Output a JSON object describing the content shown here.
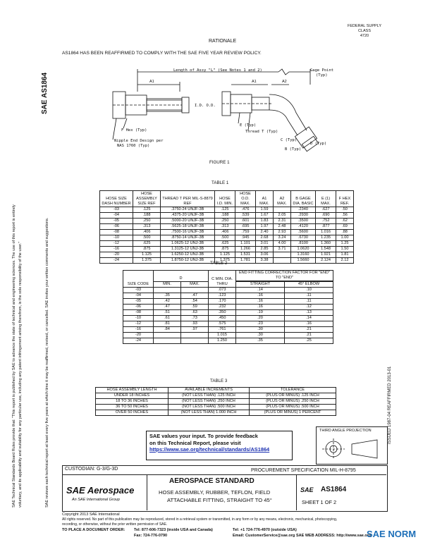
{
  "header": {
    "top_right_line1": "FEDERAL SUPPLY CLASS",
    "top_right_line2": "4720",
    "rationale_title": "RATIONALE",
    "rationale_text": "AS1864 HAS BEEN REAFFIRMED TO COMPLY WITH THE SAE FIVE YEAR REVIEW POLICY."
  },
  "side": {
    "logo_text": "SAE AS1864",
    "notice_line1": "SAE Technical Standards Board Rules provide that: \"This report is published by SAE to advance the state of technical and engineering sciences. The use of this report is entirely",
    "notice_line2": "voluntary, and its applicability and suitability for any particular use, including any patent infringement arising therefrom, is the sole responsibility of the user.\"",
    "notice_line3": "SAE reviews each technical report at least every five years at which time it may be reaffirmed, revised, or cancelled. SAE invites your written comments and suggestions.",
    "right_margin": "ISSUED 1987-04   REAFFIRMED 2013-01"
  },
  "figure": {
    "length_label": "Length of Assy \"L\" (See Notes 1 and 2)",
    "gage_point": "Gage Point",
    "typ": "(Typ)",
    "a1": "A1",
    "a2": "A2",
    "id_od": "I.D.  O.D.",
    "hex": "F Hex (Typ)",
    "nipple": "Nipple End Design per",
    "nas": "NAS 1760 (Typ)",
    "e_typ": "E (Typ)",
    "thread": "Thread T (Typ)",
    "c_typ": "C (Typ)",
    "b_typ": "B (Typ)",
    "d_typ": "D (Typ)",
    "caption": "FIGURE 1"
  },
  "table1": {
    "title": "TABLE 1",
    "headers": [
      "HOSE SIZE DASH NUMBER",
      "HOSE ASSEMBLY SIZE REF",
      "THREAD T PER MIL-S-8879 REF",
      "HOSE I.D. MIN.",
      "HOSE O.D. MAX.",
      "A1 MAX.",
      "A2 MAX.",
      "B GAGE DIA. BASIC",
      "E (1) MAX.",
      "F HEX REF."
    ],
    "rows": [
      [
        "-03",
        ".125",
        ".3750-24 UNJF-3B",
        ".125",
        ".476",
        "1.59",
        "",
        ".2340",
        ".627",
        ".50"
      ],
      [
        "-04",
        ".188",
        ".4375-20 UNJF-3B",
        ".188",
        ".539",
        "1.67",
        "2.05",
        ".2930",
        ".690",
        ".56"
      ],
      [
        "-05",
        ".250",
        ".5000-20 UNJF-3B",
        ".250",
        ".601",
        "1.83",
        "2.31",
        ".3500",
        ".752",
        ".62"
      ],
      [
        "-06",
        ".313",
        ".5625-18 UNJF-3B",
        ".313",
        ".695",
        "1.97",
        "2.48",
        ".4120",
        ".877",
        ".69"
      ],
      [
        "-08",
        ".406",
        ".7500-16 UNJF-3B",
        ".406",
        ".759",
        "2.40",
        "2.93",
        ".5600",
        "1.016",
        ".88"
      ],
      [
        "-10",
        ".500",
        ".8750-14 UNJF-3B",
        ".500",
        ".945",
        "2.68",
        "3.24",
        ".6730",
        "1.235",
        "1.00"
      ],
      [
        "-12",
        ".625",
        "1.0625-12 UNJ-3B",
        ".625",
        "1.101",
        "3.01",
        "4.00",
        ".8100",
        "1.360",
        "1.25"
      ],
      [
        "-16",
        ".875",
        "1.3125-12 UNJ-3B",
        ".875",
        "1.266",
        "2.85",
        "3.71",
        "1.0620",
        "1.548",
        "1.50"
      ],
      [
        "-20",
        "1.125",
        "1.6250-12 UNJ-3B",
        "1.125",
        "1.531",
        "3.06",
        "",
        "1.3160",
        "1.921",
        "1.81"
      ],
      [
        "-24",
        "1.375",
        "1.8750-12 UNJ-3B",
        "1.375",
        "1.781",
        "3.38",
        "",
        "1.5660",
        "2.124",
        "2.12"
      ]
    ]
  },
  "table2": {
    "title": "TABLE 2",
    "h_size": "SIZE CODE",
    "h_d": "D",
    "h_min": "MIN.",
    "h_max": "MAX.",
    "h_c": "C MIN. DIA. THRU",
    "h_corr": "END FITTING CORRECTION FACTOR FOR \"END\" TO \"END\"",
    "h_straight": "STRAIGHT",
    "h_elbow": "45° ELBOW",
    "rows": [
      [
        "-03",
        "",
        "",
        ".073",
        ".14",
        ".10"
      ],
      [
        "-04",
        ".35",
        ".47",
        ".123",
        ".16",
        ".11"
      ],
      [
        "-05",
        ".42",
        ".54",
        ".170",
        ".16",
        ".11"
      ],
      [
        "-06",
        ".47",
        ".59",
        ".232",
        ".16",
        ".12"
      ],
      [
        "-08",
        ".51",
        ".63",
        ".350",
        ".19",
        ".13"
      ],
      [
        "-10",
        ".61",
        ".73",
        ".450",
        ".20",
        ".14"
      ],
      [
        "-12",
        ".81",
        ".93",
        ".575",
        ".23",
        ".16"
      ],
      [
        "-16",
        ".84",
        ".97",
        ".761",
        ".30",
        ".21"
      ],
      [
        "-20",
        "",
        "",
        "1.015",
        ".30",
        ".21"
      ],
      [
        "-24",
        "",
        "",
        "1.250",
        ".35",
        ".25"
      ]
    ]
  },
  "table3": {
    "title": "TABLE 3",
    "headers": [
      "HOSE ASSEMBLY LENGTH",
      "AVAILABLE INCREMENTS",
      "TOLERANCE"
    ],
    "rows": [
      [
        "UNDER 18 INCHES",
        "(NOT LESS THAN)  .125 INCH",
        "(PLUS OR MINUS) .125 INCH"
      ],
      [
        "18 TO 36 INCHES",
        "(NOT LESS THAN)  .250 INCH",
        "(PLUS OR MINUS) .250 INCH"
      ],
      [
        "36 TO 50 INCHES",
        "(NOT LESS THAN)  .500 INCH",
        "(PLUS OR MINUS) .500 INCH"
      ],
      [
        "OVER 50 INCHES",
        "(NOT LESS THAN) 1.000 INCH",
        "(PLUS OR MINUS) 1 PERCENT"
      ]
    ]
  },
  "feedback": {
    "line1": "SAE values your input. To provide feedback",
    "line2": "on this Technical Report, please visit",
    "link": "https://www.sae.org/technical/standards/AS1864"
  },
  "projection_label": "THIRD ANGLE PROJECTION",
  "titleblock": {
    "custodian": "CUSTODIAN: G-3/G-3D",
    "procurement": "PROCUREMENT SPECIFICATION MIL-H-8795",
    "logo_main": "SAE Aerospace",
    "logo_sub": "An SAE International Group",
    "standard": "AEROSPACE STANDARD",
    "desc1": "HOSE ASSEMBLY, RUBBER, TEFLON, FIELD",
    "desc2": "ATTACHABLE FITTING, STRAIGHT TO 45°",
    "sae": "SAE",
    "number": "AS1864",
    "sheet": "SHEET 1 OF 2"
  },
  "footer": {
    "copyright": "Copyright 2013 SAE International",
    "rights": "All rights reserved. No part of this publication may be reproduced, stored in a retrieval system or transmitted, in any form or by any means, electronic, mechanical, photocopying,",
    "rights2": "recording, or otherwise, without the prior written permission of SAE.",
    "order": "TO PLACE A DOCUMENT ORDER:",
    "tel1": "Tel: 877-606-7323 (inside USA and Canada)",
    "tel2": "Tel: +1 724-776-4970 (outside USA)",
    "fax": "Fax: 724-776-0790",
    "email": "Email: CustomerService@sae.org",
    "web": "SAE WEB ADDRESS: http://www.sae.org",
    "watermark": "SAE NORM"
  }
}
